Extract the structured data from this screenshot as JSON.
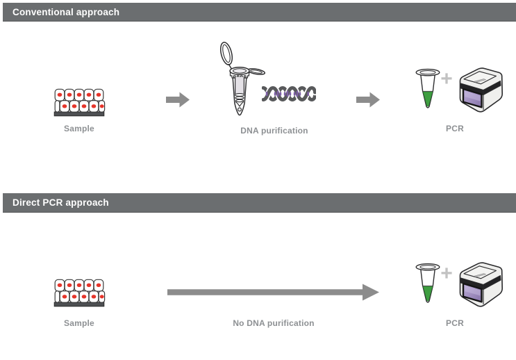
{
  "sections": [
    {
      "header": "Conventional approach",
      "steps": [
        {
          "label": "Sample",
          "icon": "tissue-cells-icon"
        },
        {
          "label": "DNA purification",
          "icons": [
            "spin-column-tube-icon",
            "dna-helix-icon"
          ]
        },
        {
          "label": "PCR",
          "icons": [
            "pcr-tube-icon",
            "plus-sign",
            "thermocycler-icon"
          ]
        }
      ],
      "connector_icon": "arrow-right-icon"
    },
    {
      "header": "Direct PCR approach",
      "steps": [
        {
          "label": "Sample",
          "icon": "tissue-cells-icon"
        },
        {
          "label": "No DNA purification",
          "icon": "long-arrow-right-icon"
        },
        {
          "label": "PCR",
          "icons": [
            "pcr-tube-icon",
            "plus-sign",
            "thermocycler-icon"
          ]
        }
      ],
      "connector_icon": "long-arrow-right-icon"
    }
  ],
  "plus_sign": "+",
  "colors": {
    "header_bar": "#6b6e70",
    "header_text": "#ffffff",
    "label_text": "#8d9093",
    "arrow": "#8c8c8c",
    "cell_outline": "#3a3a3a",
    "nucleus_red": "#e6352b",
    "tissue_base": "#4d4f52",
    "helix_strand": "#58595b",
    "helix_rung": "#7d5fa5",
    "tube_outline": "#2e2e30",
    "liquid_green": "#3f9e41",
    "machine_body": "#efefed",
    "machine_band": "#232325",
    "plus": "#c2c2c2"
  }
}
